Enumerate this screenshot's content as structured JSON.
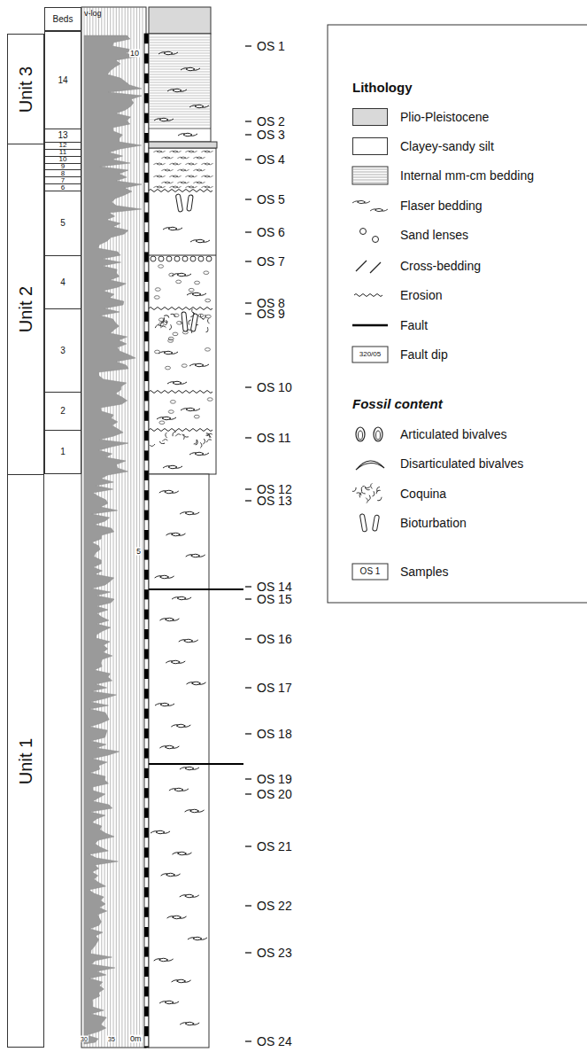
{
  "diagram": {
    "nodes": [
      {
        "text": [
          "Beds"
        ]
      },
      {
        "text": [
          "Unit 3"
        ]
      },
      {
        "text": [
          "Unit 2"
        ]
      },
      {
        "text": [
          "Unit 1"
        ]
      },
      {
        "text": [
          "14"
        ]
      },
      {
        "text": [
          "13"
        ]
      },
      {
        "text": [
          "12"
        ]
      },
      {
        "text": [
          "11"
        ]
      },
      {
        "text": [
          "10"
        ]
      },
      {
        "text": [
          "9"
        ]
      },
      {
        "text": [
          "8"
        ]
      },
      {
        "text": [
          "7"
        ]
      },
      {
        "text": [
          "6"
        ]
      },
      {
        "text": [
          "5"
        ]
      },
      {
        "text": [
          "4"
        ]
      },
      {
        "text": [
          "3"
        ]
      },
      {
        "text": [
          "2"
        ]
      },
      {
        "text": [
          "1"
        ]
      }
    ],
    "labels": [
      "v-log",
      "10",
      "5",
      "30",
      "35",
      "0m",
      "OS 1",
      "OS 2",
      "OS 3",
      "OS 4",
      "OS 5",
      "OS 6",
      "OS 7",
      "OS 8",
      "OS 9",
      "OS 10",
      "OS 11",
      "OS 12",
      "OS 13",
      "OS 14",
      "OS 15",
      "OS 16",
      "OS 17",
      "OS 18",
      "OS 19",
      "OS 20",
      "OS 21",
      "OS 22",
      "OS 23",
      "OS 24",
      "Lithology",
      "320/05",
      "Fossil content",
      "OS 1"
    ],
    "legend": [
      {
        "text": "Plio-Pleistocene",
        "color": "#d9d9d9"
      },
      {
        "text": "Clayey-sandy silt",
        "color": "#ffffff"
      },
      {
        "text": "Internal mm-cm bedding"
      },
      {
        "text": "Flaser bedding"
      },
      {
        "text": "Sand lenses"
      },
      {
        "text": "Cross-bedding"
      },
      {
        "text": "Erosion"
      },
      {
        "text": "Fault"
      },
      {
        "text": "Fault dip"
      },
      {
        "text": "Articulated bivalves"
      },
      {
        "text": "Disarticulated bivalves"
      },
      {
        "text": "Coquina"
      },
      {
        "text": "Bioturbation"
      },
      {
        "text": "Samples"
      }
    ]
  }
}
